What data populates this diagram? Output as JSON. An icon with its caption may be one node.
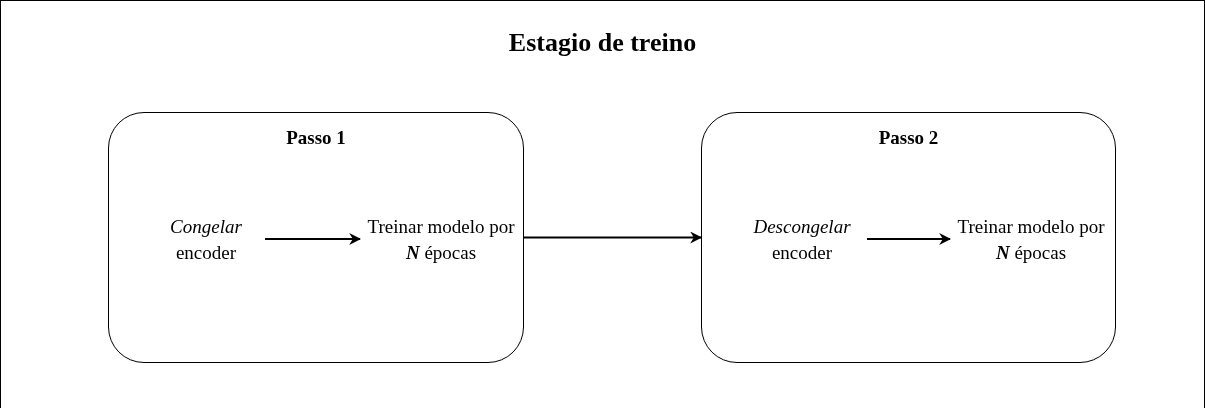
{
  "diagram": {
    "title": "Estagio de treino",
    "nodes": [
      {
        "text": [
          "Passo 1"
        ]
      },
      {
        "text": [
          "*Congelar* encoder"
        ],
        "in": 0
      },
      {
        "text": [
          "Treinar modelo por **N** épocas"
        ],
        "in": 0
      },
      {
        "text": [
          "Passo 2"
        ]
      },
      {
        "text": [
          "*Descongelar* encoder"
        ],
        "in": 3
      },
      {
        "text": [
          "Treinar modelo por **N** épocas"
        ],
        "in": 3
      }
    ],
    "edges": [
      {
        "from": 1,
        "to": 2,
        "arrow": "to"
      },
      {
        "from": 0,
        "to": 3,
        "arrow": "to"
      },
      {
        "from": 4,
        "to": 5,
        "arrow": "to"
      }
    ]
  }
}
